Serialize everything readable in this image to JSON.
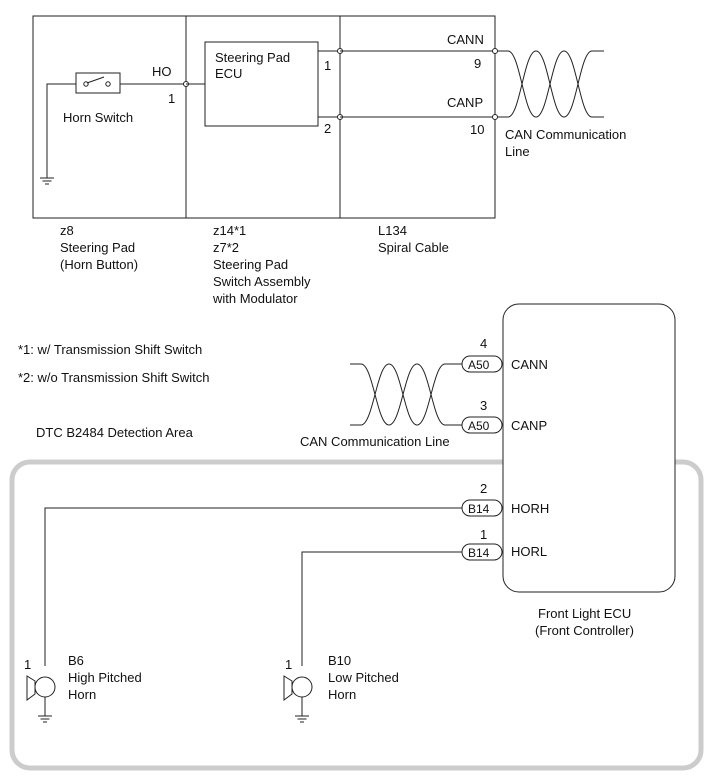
{
  "colors": {
    "line": "#222222",
    "detection_area_border": "#cccccc",
    "background": "#ffffff"
  },
  "top_module": {
    "horn_switch_label": "Horn Switch",
    "ho_pin_name": "HO",
    "ho_pin_number": "1",
    "ecu_label_line1": "Steering Pad",
    "ecu_label_line2": "ECU",
    "ecu_pin_1": "1",
    "ecu_pin_2": "2",
    "cann_label": "CANN",
    "canp_label": "CANP",
    "spiral_pin_9": "9",
    "spiral_pin_10": "10",
    "can_line_label_line1": "CAN Communication",
    "can_line_label_line2": "Line"
  },
  "component_labels": {
    "z8": {
      "code": "z8",
      "line1": "Steering Pad",
      "line2": "(Horn Button)"
    },
    "z14": {
      "code1": "z14*1",
      "code2": "z7*2",
      "line1": "Steering Pad",
      "line2": "Switch Assembly",
      "line3": "with Modulator"
    },
    "l134": {
      "code": "L134",
      "line1": "Spiral Cable"
    }
  },
  "notes": {
    "note1": "*1: w/ Transmission Shift Switch",
    "note2": "*2: w/o Transmission Shift Switch",
    "detection_area": "DTC B2484 Detection Area"
  },
  "front_light_ecu": {
    "name_line1": "Front Light ECU",
    "name_line2": "(Front Controller)",
    "pins": [
      {
        "name": "CANN",
        "connector": "A50",
        "number": "4"
      },
      {
        "name": "CANP",
        "connector": "A50",
        "number": "3"
      },
      {
        "name": "HORH",
        "connector": "B14",
        "number": "2"
      },
      {
        "name": "HORL",
        "connector": "B14",
        "number": "1"
      }
    ],
    "can_line_label": "CAN Communication Line"
  },
  "horns": [
    {
      "code": "B6",
      "line1": "High Pitched",
      "line2": "Horn",
      "pin": "1"
    },
    {
      "code": "B10",
      "line1": "Low Pitched",
      "line2": "Horn",
      "pin": "1"
    }
  ]
}
